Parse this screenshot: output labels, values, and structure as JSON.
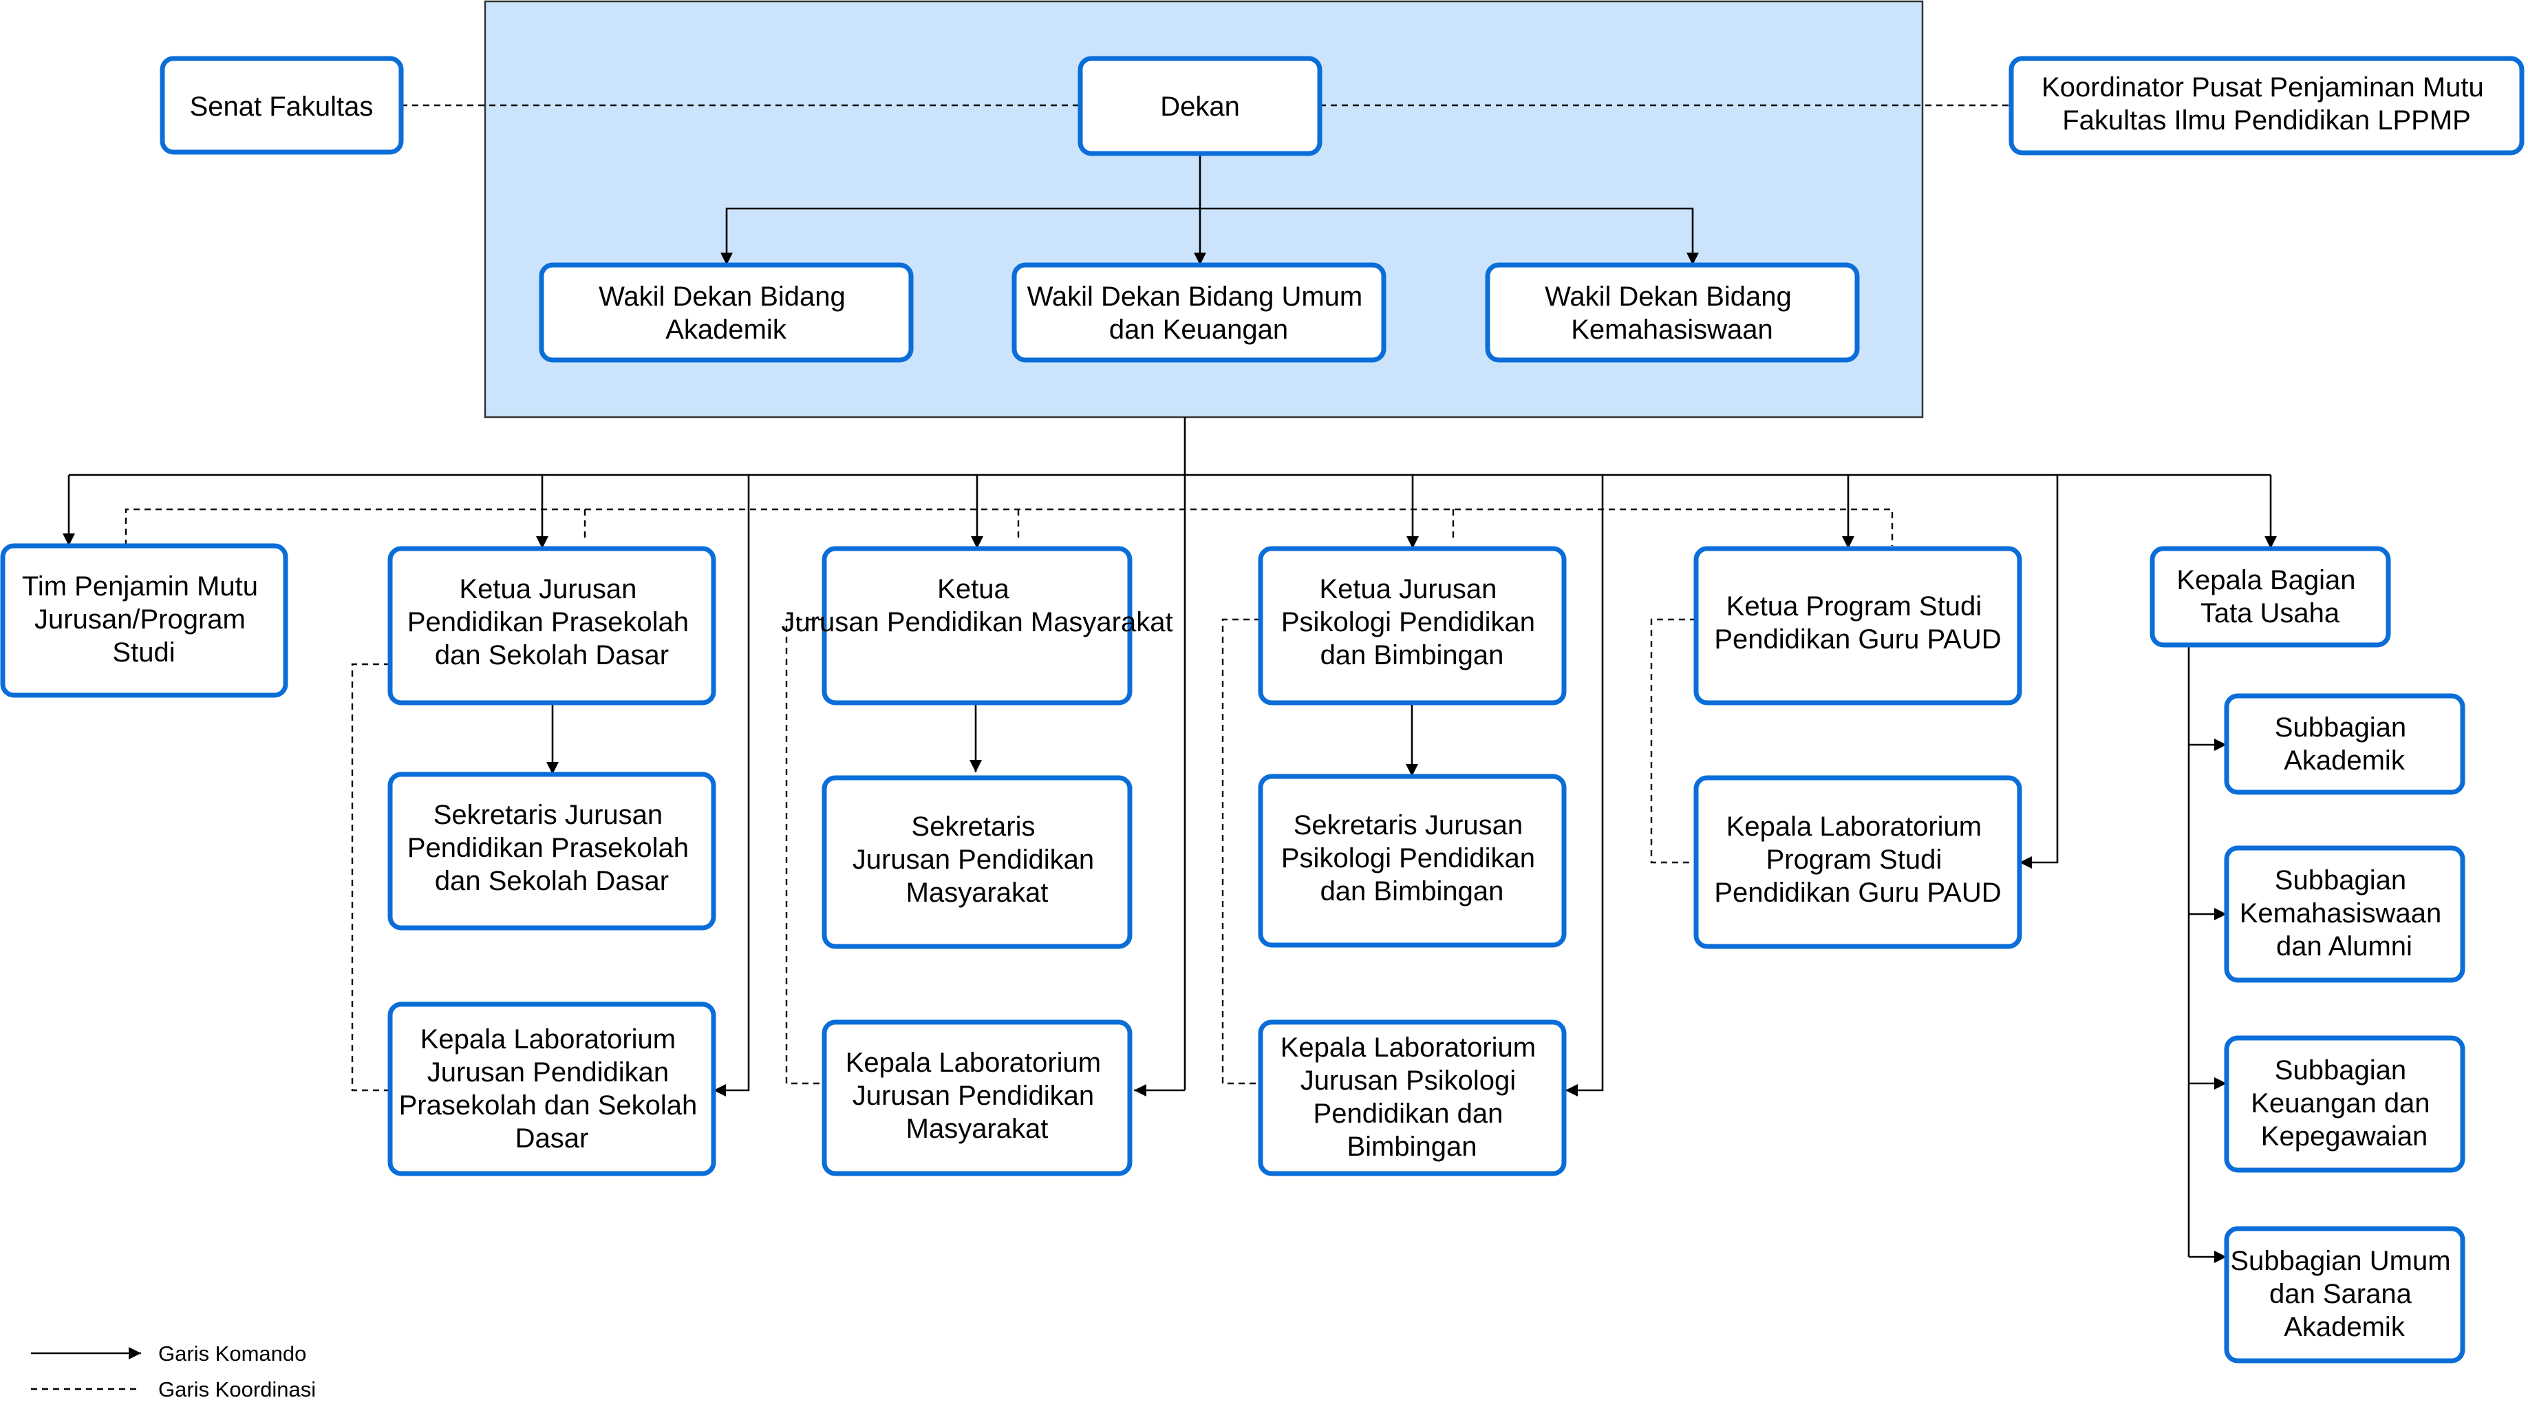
{
  "diagram": {
    "nodes": [
      {
        "id": "senat",
        "label": "Senat Fakultas"
      },
      {
        "id": "dekan",
        "label": "Dekan"
      },
      {
        "id": "koordinator",
        "label": "Koordinator Pusat Penjaminan Mutu Fakultas Ilmu Pendidikan LPPMP"
      },
      {
        "id": "wd1",
        "label": "Wakil Dekan Bidang Akademik"
      },
      {
        "id": "wd2",
        "label": "Wakil Dekan Bidang Umum dan Keuangan"
      },
      {
        "id": "wd3",
        "label": "Wakil Dekan Bidang Kemahasiswaan"
      },
      {
        "id": "tpm",
        "label": "Tim Penjamin Mutu Jurusan/Program Studi"
      },
      {
        "id": "k1",
        "label": "Ketua Jurusan Pendidikan Prasekolah dan Sekolah Dasar"
      },
      {
        "id": "s1",
        "label": "Sekretaris Jurusan Pendidikan Prasekolah dan Sekolah Dasar"
      },
      {
        "id": "l1",
        "label": "Kepala Laboratorium Jurusan Pendidikan Prasekolah dan Sekolah Dasar"
      },
      {
        "id": "k2",
        "label": "Ketua Jurusan Pendidikan Masyarakat"
      },
      {
        "id": "s2",
        "label": "Sekretaris Jurusan Pendidikan Masyarakat"
      },
      {
        "id": "l2",
        "label": "Kepala Laboratorium Jurusan Pendidikan Masyarakat"
      },
      {
        "id": "k3",
        "label": "Ketua Jurusan Psikologi Pendidikan dan Bimbingan"
      },
      {
        "id": "s3",
        "label": "Sekretaris Jurusan Psikologi Pendidikan dan Bimbingan"
      },
      {
        "id": "l3",
        "label": "Kepala Laboratorium Jurusan Psikologi Pendidikan dan Bimbingan"
      },
      {
        "id": "k4",
        "label": "Ketua Program Studi Pendidikan Guru PAUD"
      },
      {
        "id": "l4",
        "label": "Kepala Laboratorium Program Studi Pendidikan Guru PAUD"
      },
      {
        "id": "tu",
        "label": "Kepala Bagian Tata Usaha"
      },
      {
        "id": "sb1",
        "label": "Subbagian Akademik"
      },
      {
        "id": "sb2",
        "label": "Subbagian Kemahasiswaan dan Alumni"
      },
      {
        "id": "sb3",
        "label": "Subbagian Keuangan dan Kepegawaian"
      },
      {
        "id": "sb4",
        "label": "Subbagian Umum dan Sarana Akademik"
      }
    ],
    "edges": [
      {
        "from": "dekan",
        "to": "wd1",
        "type": "komando"
      },
      {
        "from": "dekan",
        "to": "wd2",
        "type": "komando"
      },
      {
        "from": "dekan",
        "to": "wd3",
        "type": "komando"
      },
      {
        "from": "dekan",
        "to": "tpm",
        "type": "komando"
      },
      {
        "from": "dekan",
        "to": "k1",
        "type": "komando"
      },
      {
        "from": "dekan",
        "to": "l1",
        "type": "komando"
      },
      {
        "from": "dekan",
        "to": "k2",
        "type": "komando"
      },
      {
        "from": "dekan",
        "to": "l2",
        "type": "komando"
      },
      {
        "from": "dekan",
        "to": "k3",
        "type": "komando"
      },
      {
        "from": "dekan",
        "to": "l3",
        "type": "komando"
      },
      {
        "from": "dekan",
        "to": "k4",
        "type": "komando"
      },
      {
        "from": "dekan",
        "to": "l4",
        "type": "komando"
      },
      {
        "from": "dekan",
        "to": "tu",
        "type": "komando"
      },
      {
        "from": "k1",
        "to": "s1",
        "type": "komando"
      },
      {
        "from": "k2",
        "to": "s2",
        "type": "komando"
      },
      {
        "from": "k3",
        "to": "s3",
        "type": "komando"
      },
      {
        "from": "tu",
        "to": "sb1",
        "type": "komando"
      },
      {
        "from": "tu",
        "to": "sb2",
        "type": "komando"
      },
      {
        "from": "tu",
        "to": "sb3",
        "type": "komando"
      },
      {
        "from": "tu",
        "to": "sb4",
        "type": "komando"
      },
      {
        "from": "senat",
        "to": "dekan",
        "type": "koordinasi"
      },
      {
        "from": "dekan",
        "to": "koordinator",
        "type": "koordinasi"
      },
      {
        "from": "tpm",
        "to": "k1",
        "type": "koordinasi"
      },
      {
        "from": "tpm",
        "to": "k2",
        "type": "koordinasi"
      },
      {
        "from": "tpm",
        "to": "k3",
        "type": "koordinasi"
      },
      {
        "from": "tpm",
        "to": "k4",
        "type": "koordinasi"
      },
      {
        "from": "k1",
        "to": "l1",
        "type": "koordinasi"
      },
      {
        "from": "k2",
        "to": "l2",
        "type": "koordinasi"
      },
      {
        "from": "k3",
        "to": "l3",
        "type": "koordinasi"
      },
      {
        "from": "k4",
        "to": "l4",
        "type": "koordinasi"
      }
    ]
  },
  "legend": {
    "komando": "Garis Komando",
    "koordinasi": "Garis Koordinasi"
  },
  "colors": {
    "box_border": "#0b6ed8",
    "leadership_area": "#cce4fb"
  }
}
